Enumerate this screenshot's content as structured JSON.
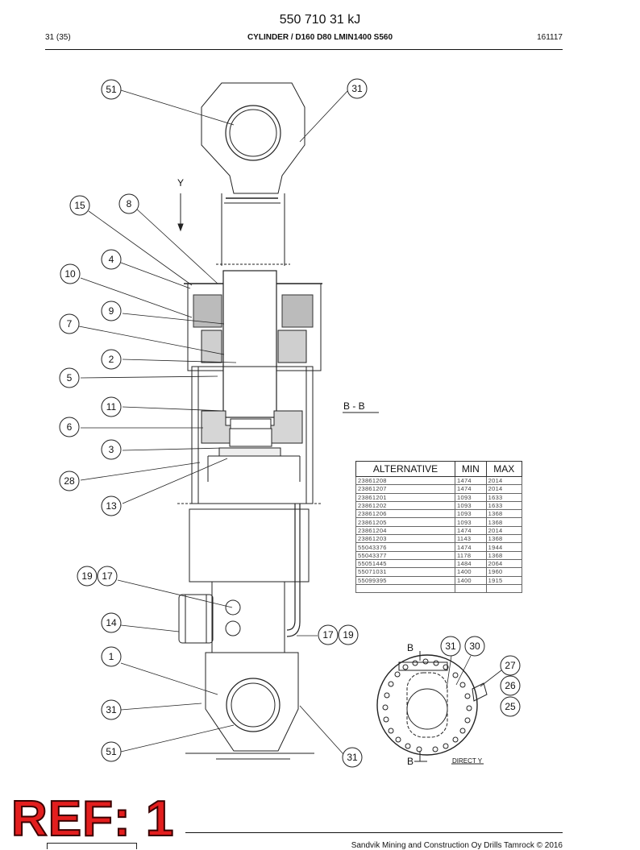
{
  "header": {
    "doc_number": "550 710 31 kJ",
    "page": "31 (35)",
    "title": "CYLINDER / D160 D80 LMIN1400 S560",
    "date_code": "161117"
  },
  "drawing": {
    "view_label": "Y",
    "section_label": "B - B",
    "section_marks": [
      "B",
      "B"
    ],
    "direction_label": "DIRECT Y",
    "callouts": {
      "c51_top": "51",
      "c31_top": "31",
      "c15": "15",
      "c8": "8",
      "c4": "4",
      "c10": "10",
      "c9": "9",
      "c7": "7",
      "c2": "2",
      "c5": "5",
      "c11": "11",
      "c6": "6",
      "c3": "3",
      "c28": "28",
      "c13": "13",
      "c19_left": "19",
      "c17_left": "17",
      "c14": "14",
      "c17_right": "17",
      "c19_right": "19",
      "c1": "1",
      "c31_mid": "31",
      "c51_bottom": "51",
      "c31_bottom": "31",
      "c31_det": "31",
      "c30": "30",
      "c27": "27",
      "c26": "26",
      "c25": "25"
    }
  },
  "alternatives": {
    "headers": [
      "ALTERNATIVE",
      "MIN",
      "MAX"
    ],
    "rows": [
      [
        "23861208",
        "1474",
        "2014"
      ],
      [
        "23861207",
        "1474",
        "2014"
      ],
      [
        "23861201",
        "1093",
        "1633"
      ],
      [
        "23861202",
        "1093",
        "1633"
      ],
      [
        "23861206",
        "1093",
        "1368"
      ],
      [
        "23861205",
        "1093",
        "1368"
      ],
      [
        "23861204",
        "1474",
        "2014"
      ],
      [
        "23861203",
        "1143",
        "1368"
      ],
      [
        "55043376",
        "1474",
        "1944"
      ],
      [
        "55043377",
        "1178",
        "1368"
      ],
      [
        "55051445",
        "1484",
        "2064"
      ],
      [
        "55071031",
        "1400",
        "1960"
      ],
      [
        "55099395",
        "1400",
        "1915"
      ]
    ]
  },
  "footer": {
    "copyright": "Sandvik Mining and Construction Oy Drills Tamrock © 2016",
    "stamp": "REF: 1"
  }
}
